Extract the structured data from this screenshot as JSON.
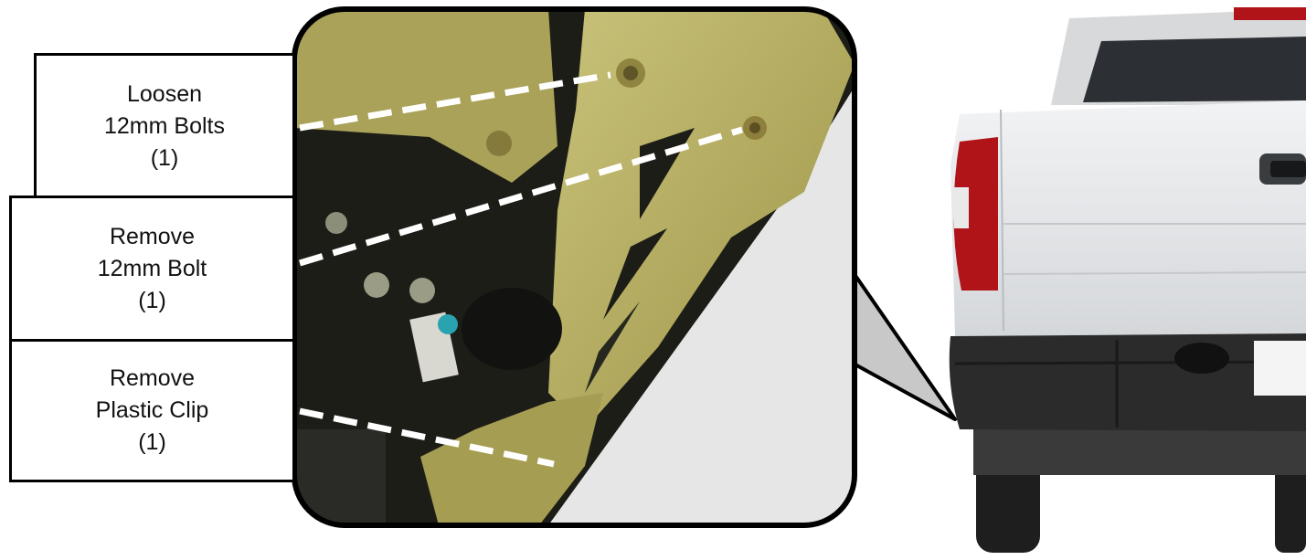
{
  "callouts": [
    {
      "line1": "Loosen",
      "line2": "12mm Bolts",
      "line3": "(1)"
    },
    {
      "line1": "Remove",
      "line2": "12mm Bolt",
      "line3": "(1)"
    },
    {
      "line1": "Remove",
      "line2": "Plastic Clip",
      "line3": "(1)"
    }
  ],
  "colors": {
    "frame": "#000000",
    "photo_bracket": "#b8b062",
    "photo_shadow": "#1c1d17",
    "truck_body": "#e4e6e8",
    "truck_tail_light": "#b01419",
    "bumper": "#2b2b2b",
    "dashed_line": "#ffffff"
  },
  "icons": [
    "close-up-photo",
    "truck-rear-illustration",
    "callout-pointer"
  ]
}
